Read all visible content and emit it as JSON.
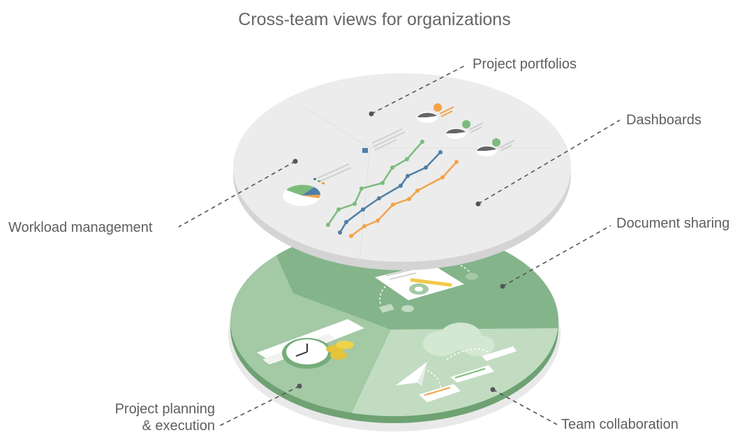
{
  "title": "Cross-team views for organizations",
  "labels": {
    "project_portfolios": "Project portfolios",
    "dashboards": "Dashboards",
    "workload_management": "Workload management",
    "document_sharing": "Document sharing",
    "project_planning_line1": "Project planning",
    "project_planning_line2": "& execution",
    "team_collaboration": "Team collaboration"
  },
  "colors": {
    "top_disc": "#ececec",
    "top_disc_edge": "#d4d4d4",
    "green_dark": "#84b58a",
    "green_mid": "#a3c9a5",
    "green_light": "#c1dcc1",
    "green_edge": "#6fa273",
    "leader_line": "#555555",
    "line_green": "#7dbb7d",
    "line_blue": "#4f7fa6",
    "line_orange": "#f3a34a"
  }
}
